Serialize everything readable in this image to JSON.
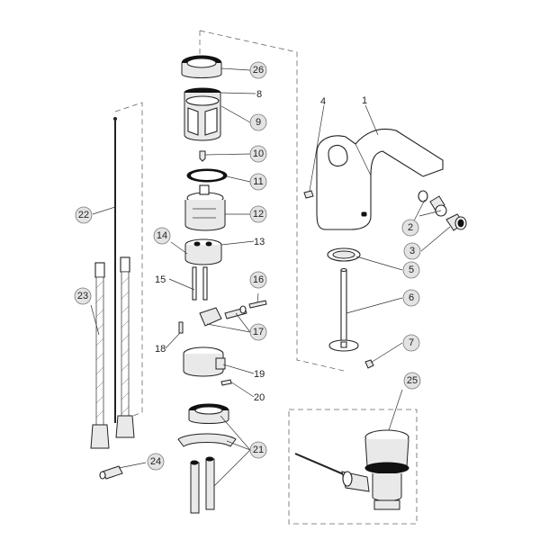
{
  "parts": {
    "p1": {
      "number": "1",
      "circled": false
    },
    "p2": {
      "number": "2",
      "circled": true
    },
    "p3": {
      "number": "3",
      "circled": true
    },
    "p4": {
      "number": "4",
      "circled": false
    },
    "p5": {
      "number": "5",
      "circled": true
    },
    "p6": {
      "number": "6",
      "circled": true
    },
    "p7": {
      "number": "7",
      "circled": true
    },
    "p8": {
      "number": "8",
      "circled": false
    },
    "p9": {
      "number": "9",
      "circled": true
    },
    "p10": {
      "number": "10",
      "circled": true
    },
    "p11": {
      "number": "11",
      "circled": true
    },
    "p12": {
      "number": "12",
      "circled": true
    },
    "p13": {
      "number": "13",
      "circled": false
    },
    "p14": {
      "number": "14",
      "circled": true
    },
    "p15": {
      "number": "15",
      "circled": false
    },
    "p16": {
      "number": "16",
      "circled": true
    },
    "p17": {
      "number": "17",
      "circled": true
    },
    "p18": {
      "number": "18",
      "circled": false
    },
    "p19": {
      "number": "19",
      "circled": false
    },
    "p20": {
      "number": "20",
      "circled": false
    },
    "p21": {
      "number": "21",
      "circled": true
    },
    "p22": {
      "number": "22",
      "circled": true
    },
    "p23": {
      "number": "23",
      "circled": true
    },
    "p24": {
      "number": "24",
      "circled": true
    },
    "p25": {
      "number": "25",
      "circled": true
    },
    "p26": {
      "number": "26",
      "circled": true
    }
  },
  "colors": {
    "line": "#222222",
    "bubble_fill": "#e3e3e3",
    "dark": "#111111"
  }
}
